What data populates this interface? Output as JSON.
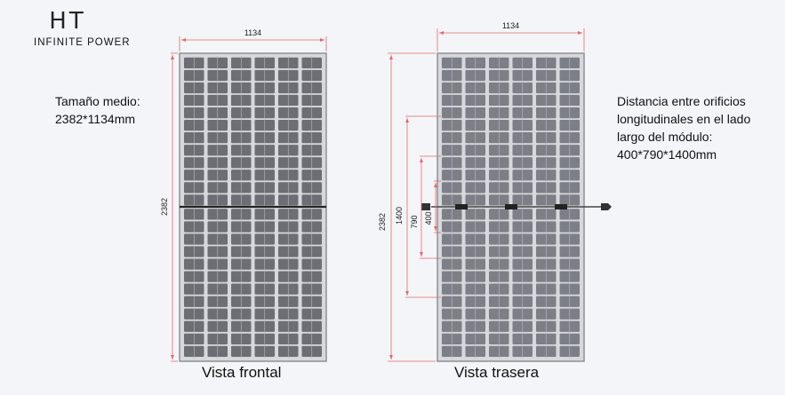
{
  "logo": {
    "mark": "HT",
    "subtitle": "INFINITE POWER"
  },
  "size_note": {
    "line1": "Tamaño medio:",
    "line2": "2382*1134mm"
  },
  "holes_note": {
    "line1": "Distancia entre orificios",
    "line2": "longitudinales en el lado",
    "line3": "largo del módulo:",
    "line4": "400*790*1400mm"
  },
  "front_view": {
    "caption": "Vista frontal",
    "width_label": "1134",
    "height_label": "2382"
  },
  "back_view": {
    "caption": "Vista trasera",
    "width_label": "1134",
    "height_label": "2382",
    "hole_labels": {
      "outer": "1400",
      "middle": "790",
      "inner": "400"
    }
  },
  "colors": {
    "dimension_line": "#e26a6a",
    "frame": "#9a9ca1",
    "cell_dark": "#6c6e74",
    "cell_gap": "#d6d8dc"
  }
}
